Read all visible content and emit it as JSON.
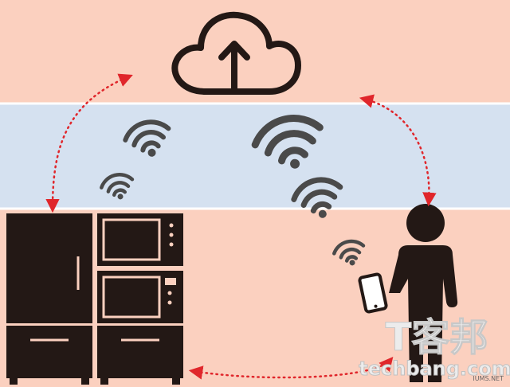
{
  "colors": {
    "cloud_band": "#fbd0bf",
    "wifi_band": "#d5e1f0",
    "home_band": "#fbd0bf",
    "icon_fill": "#231815",
    "wifi_fill": "#4a4a4a",
    "arrow": "#e0262b",
    "watermark": "#e6e6e6"
  },
  "icons": {
    "cloud": "cloud-upload-icon",
    "wifi": "wifi-icon",
    "fridge": "refrigerator-icon",
    "microwave": "microwave-oven-icon",
    "cabinet": "cabinet-icon",
    "person": "person-icon",
    "phone": "smartphone-icon"
  },
  "watermark": {
    "chinese": "T客邦",
    "site": "techbang.com",
    "small": "IUMS.NET"
  }
}
